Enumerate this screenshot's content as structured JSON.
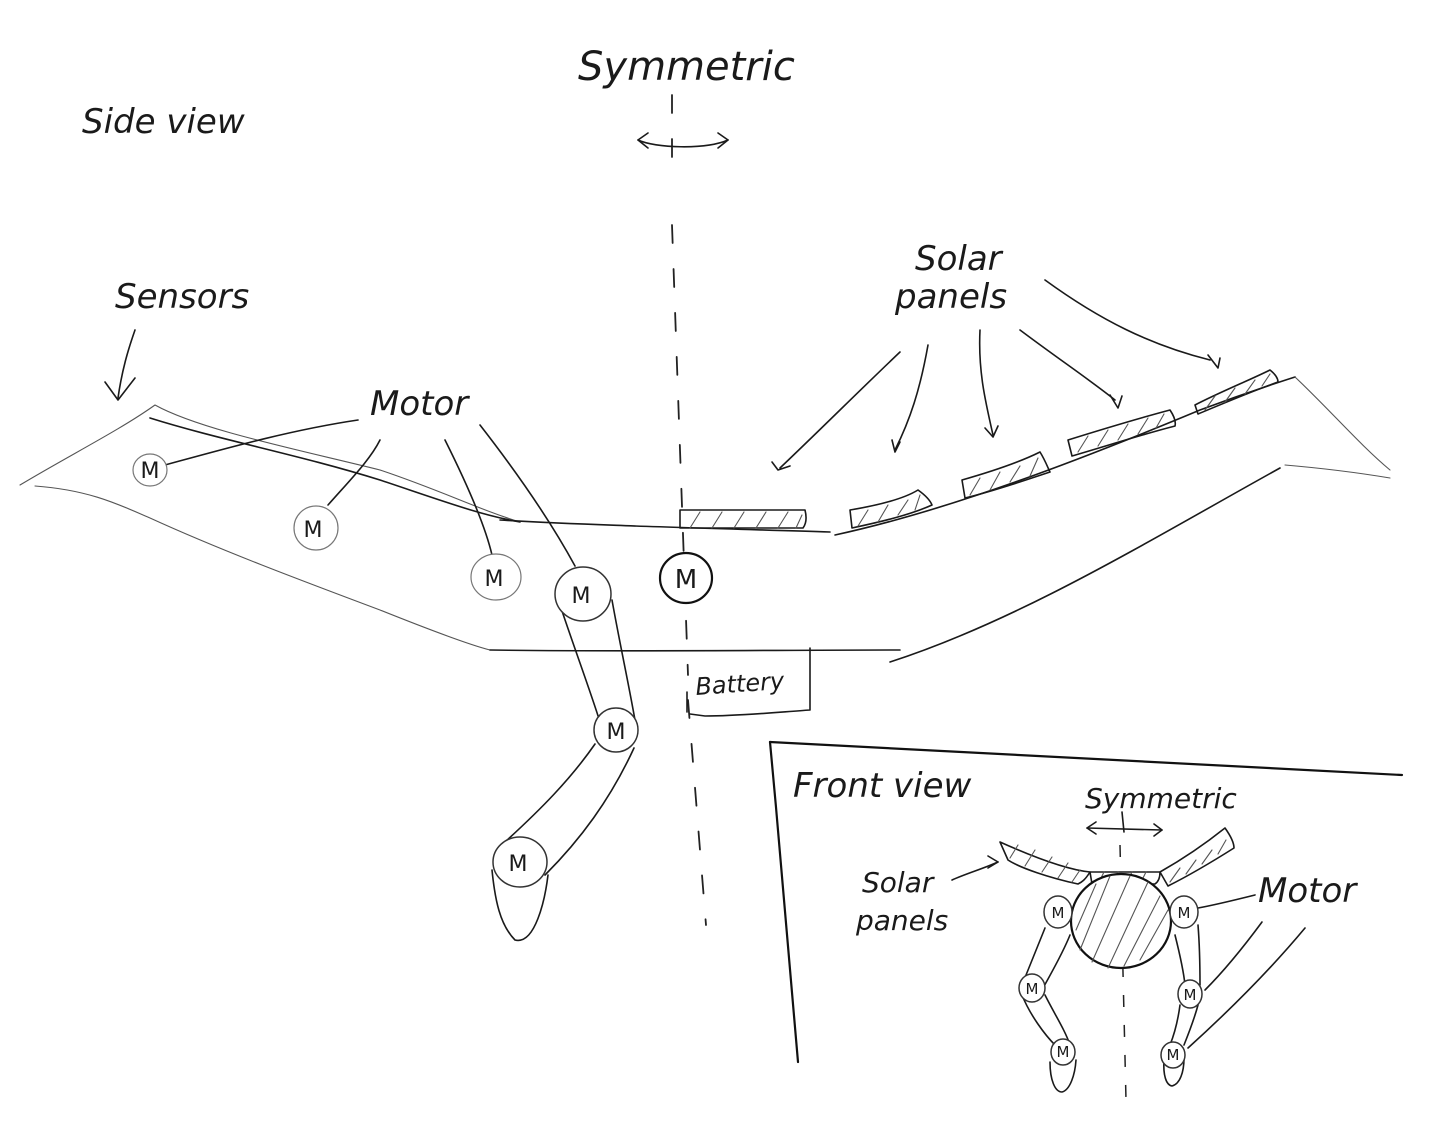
{
  "side_view": {
    "title": "Side view",
    "symmetric_label": "Symmetric",
    "sensors_label": "Sensors",
    "motor_label": "Motor",
    "solar_label_line1": "Solar",
    "solar_label_line2": "panels",
    "battery_label": "Battery",
    "motor_glyph": "M"
  },
  "front_view": {
    "title": "Front view",
    "symmetric_label": "Symmetric",
    "solar_label_line1": "Solar",
    "solar_label_line2": "panels",
    "motor_label": "Motor",
    "motor_glyph": "M"
  },
  "colors": {
    "ink": "#1a1a1a",
    "paper": "#ffffff"
  }
}
